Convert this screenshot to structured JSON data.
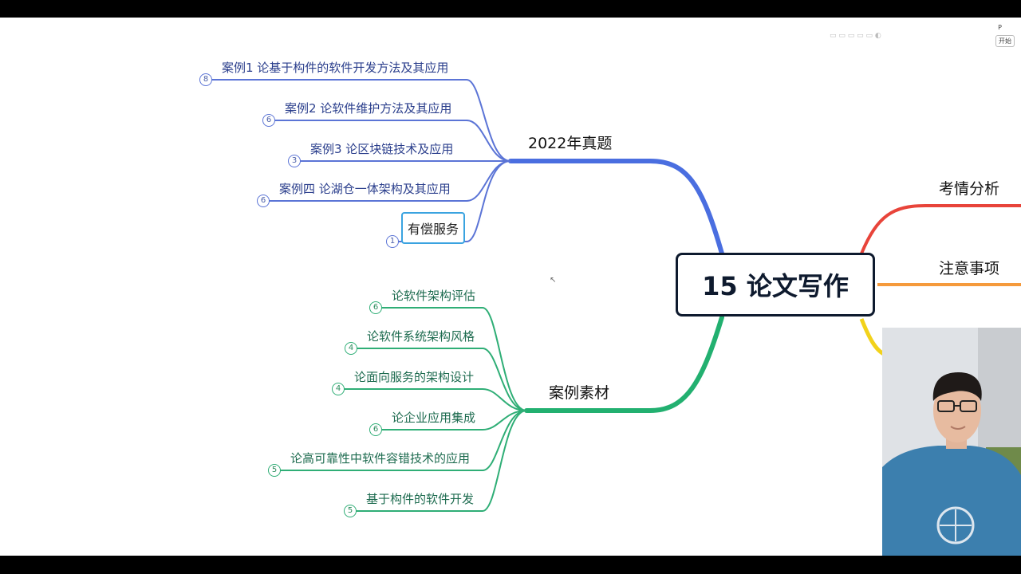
{
  "center": {
    "label": "15 论文写作"
  },
  "branches": {
    "zhenti": {
      "label": "2022年真题",
      "items": [
        {
          "label": "案例1 论基于构件的软件开发方法及其应用",
          "count": "8"
        },
        {
          "label": "案例2 论软件维护方法及其应用",
          "count": "6"
        },
        {
          "label": "案例3 论区块链技术及应用",
          "count": "3"
        },
        {
          "label": "案例四 论湖仓一体架构及其应用",
          "count": "6"
        },
        {
          "label": "有偿服务",
          "count": "1"
        }
      ]
    },
    "sucai": {
      "label": "案例素材",
      "items": [
        {
          "label": "论软件架构评估",
          "count": "6"
        },
        {
          "label": "论软件系统架构风格",
          "count": "4"
        },
        {
          "label": "论面向服务的架构设计",
          "count": "4"
        },
        {
          "label": "论企业应用集成",
          "count": "6"
        },
        {
          "label": "论高可靠性中软件容错技术的应用",
          "count": "5"
        },
        {
          "label": "基于构件的软件开发",
          "count": "5"
        }
      ]
    },
    "kaoqing": {
      "label": "考情分析"
    },
    "zhuyi": {
      "label": "注意事项"
    }
  },
  "overlay": {
    "start_label": "开始",
    "p_label": "P"
  },
  "colors": {
    "blue": "#4a6ee0",
    "green": "#22b070",
    "red": "#e8443a",
    "orange": "#f59a3c",
    "yellow": "#f2d21b",
    "paid_border": "#3aa3e0"
  }
}
